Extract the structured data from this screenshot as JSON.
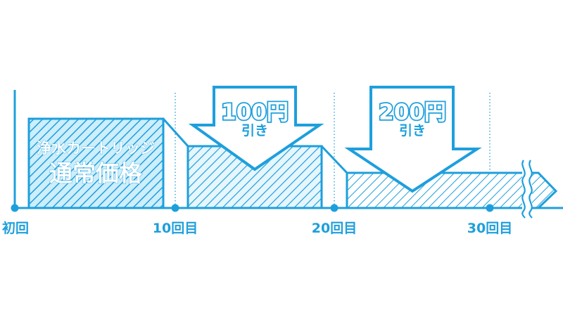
{
  "colors": {
    "primary": "#1e9fdc",
    "light_fill": "#cdeefb",
    "hatch_line": "#1e9fdc",
    "background": "#ffffff"
  },
  "box1": {
    "line1": "浄水カートリッジ",
    "line2": "通常価格"
  },
  "arrow1": {
    "amount": "100円",
    "label": "引き"
  },
  "arrow2": {
    "amount": "200円",
    "label": "引き"
  },
  "axis": {
    "labels": [
      "初回",
      "10回目",
      "20回目",
      "30回目"
    ]
  }
}
